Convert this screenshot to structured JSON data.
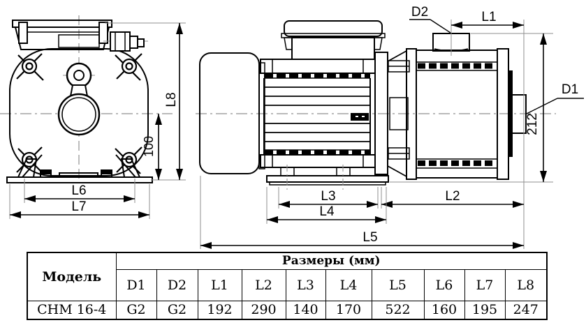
{
  "drawing": {
    "dimensions": {
      "d2": "D2",
      "l1": "L1",
      "d1": "D1",
      "height_212": "212",
      "l8": "L8",
      "height_100": "100",
      "l6": "L6",
      "l7": "L7",
      "l3": "L3",
      "l4": "L4",
      "l2": "L2",
      "l5": "L5"
    }
  },
  "table": {
    "model_header": "Модель",
    "dims_header": "Размеры (мм)",
    "columns": [
      "D1",
      "D2",
      "L1",
      "L2",
      "L3",
      "L4",
      "L5",
      "L6",
      "L7",
      "L8"
    ],
    "rows": [
      {
        "model": "CHM 16-4",
        "values": [
          "G2",
          "G2",
          "192",
          "290",
          "140",
          "170",
          "522",
          "160",
          "195",
          "247"
        ]
      }
    ]
  },
  "colors": {
    "line": "#000000",
    "extension_line": "#8f8f8f",
    "background": "#ffffff"
  }
}
